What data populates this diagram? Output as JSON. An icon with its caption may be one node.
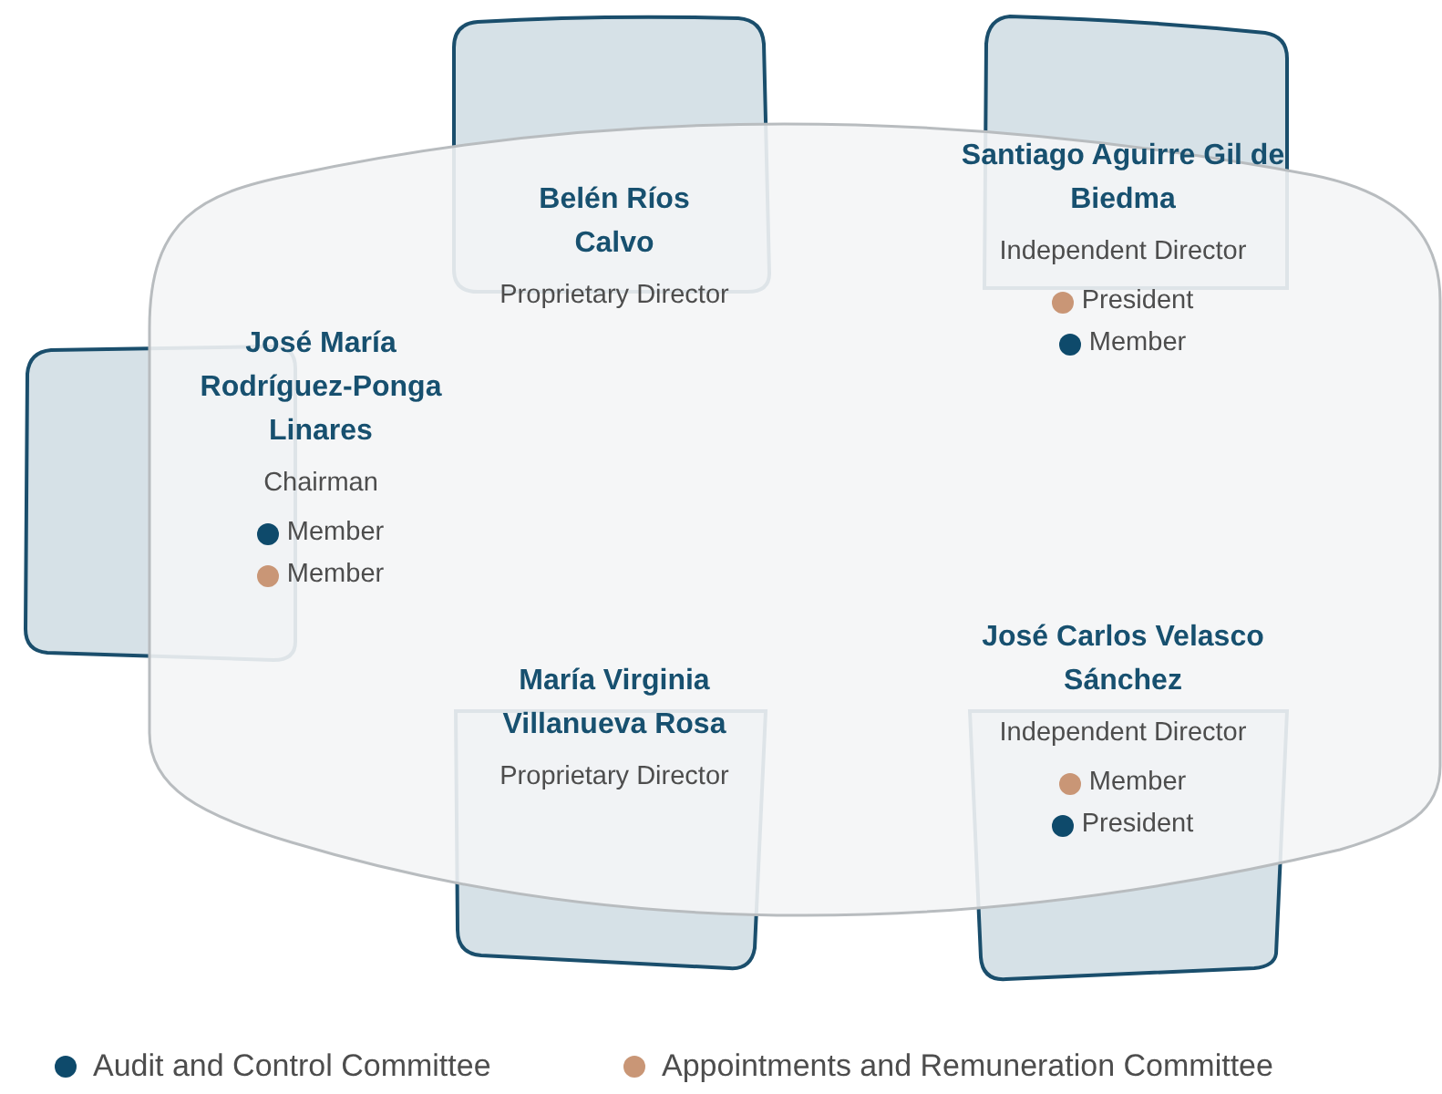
{
  "diagram": {
    "nodes": [
      {
        "text": [
          "Belén Ríos Calvo",
          "Proprietary Director"
        ]
      },
      {
        "text": [
          "Santiago Aguirre Gil de Biedma",
          "Independent Director",
          "President",
          "Member"
        ]
      },
      {
        "text": [
          "José María Rodríguez-Ponga Linares",
          "Chairman",
          "Member",
          "Member"
        ]
      },
      {
        "text": [
          "María Virginia Villanueva Rosa",
          "Proprietary Director"
        ]
      },
      {
        "text": [
          "José Carlos Velasco Sánchez",
          "Independent Director",
          "Member",
          "President"
        ]
      }
    ],
    "legend": [
      {
        "text": "Audit and Control Committee",
        "color": "#0e4a6b"
      },
      {
        "text": "Appointments and Remuneration Committee",
        "color": "#c99676"
      }
    ]
  }
}
